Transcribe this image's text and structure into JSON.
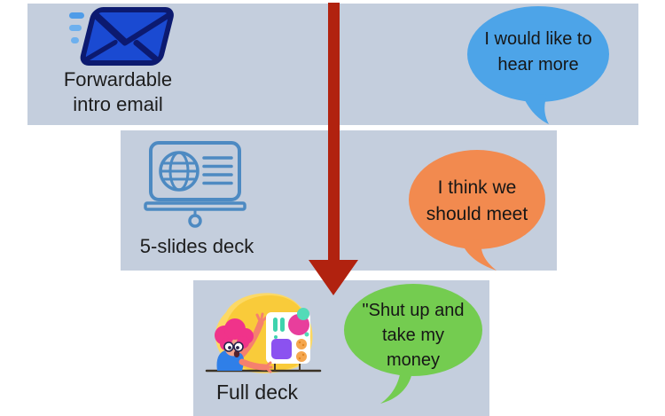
{
  "diagram": {
    "title": "fundraising materials funnel",
    "band_color": "#c4cedd",
    "arrow_color": "#b1220f",
    "steps": [
      {
        "name": "forwardable-intro-email",
        "icon": "flying-email-icon",
        "icon_colors": {
          "envelope_fill": "#1a4ad2",
          "envelope_outline": "#0c1a70",
          "speed_lines": "#63abec"
        },
        "label_lines": [
          "Forwardable",
          "intro email"
        ],
        "bubble": {
          "color": "#4da4e8",
          "lines": [
            "I would like to",
            "hear more"
          ]
        }
      },
      {
        "name": "five-slides-deck",
        "icon": "presentation-screen-icon",
        "icon_colors": {
          "stroke": "#4d8ac2"
        },
        "label_lines": [
          "5-slides deck"
        ],
        "bubble": {
          "color": "#f28a4f",
          "lines": [
            "I think we",
            "should meet"
          ]
        }
      },
      {
        "name": "full-deck",
        "icon": "presenter-with-board-illustration",
        "icon_colors": {
          "blob": "#f9cb3a",
          "hair": "#f0338a",
          "shirt": "#2f7fe8"
        },
        "label_lines": [
          "Full deck"
        ],
        "bubble": {
          "color": "#74cc50",
          "lines": [
            "\"Shut up and",
            "take my",
            "money"
          ]
        }
      }
    ]
  }
}
